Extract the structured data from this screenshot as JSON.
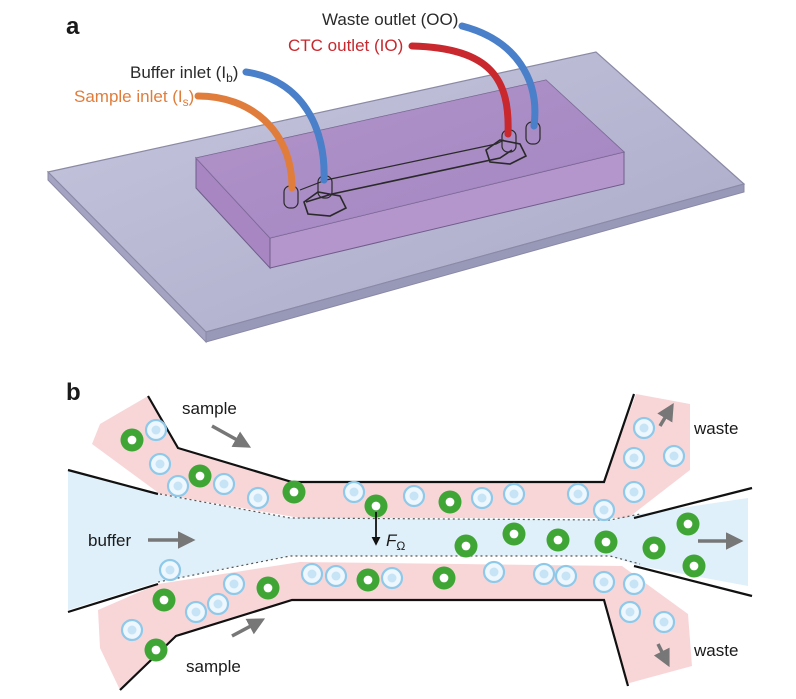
{
  "panel_a": {
    "letter": "a",
    "labels": {
      "waste_outlet": "Waste outlet (OO)",
      "ctc_outlet": "CTC outlet (IO)",
      "buffer_inlet": "Buffer inlet (I",
      "buffer_inlet_sub": "b",
      "sample_inlet": "Sample inlet (I",
      "sample_inlet_sub": "s",
      "close_paren": ")"
    },
    "colors": {
      "sample_tube": "#e07d3c",
      "buffer_tube": "#4a7fc9",
      "ctc_tube": "#c8282e",
      "waste_tube": "#4a7fc9",
      "slide": "#b6b6d2",
      "chip": "#b08cc6"
    }
  },
  "panel_b": {
    "letter": "b",
    "labels": {
      "sample_top": "sample",
      "sample_bottom": "sample",
      "buffer": "buffer",
      "waste_top": "waste",
      "waste_bottom": "waste",
      "force": "F",
      "force_sub": "Ω"
    },
    "colors": {
      "sample_stream": "#f8d6d8",
      "buffer_stream": "#dff0fa",
      "ctc_cell": "#3fa535",
      "blood_cell": "#8fc9ea",
      "arrow": "#777777"
    }
  }
}
